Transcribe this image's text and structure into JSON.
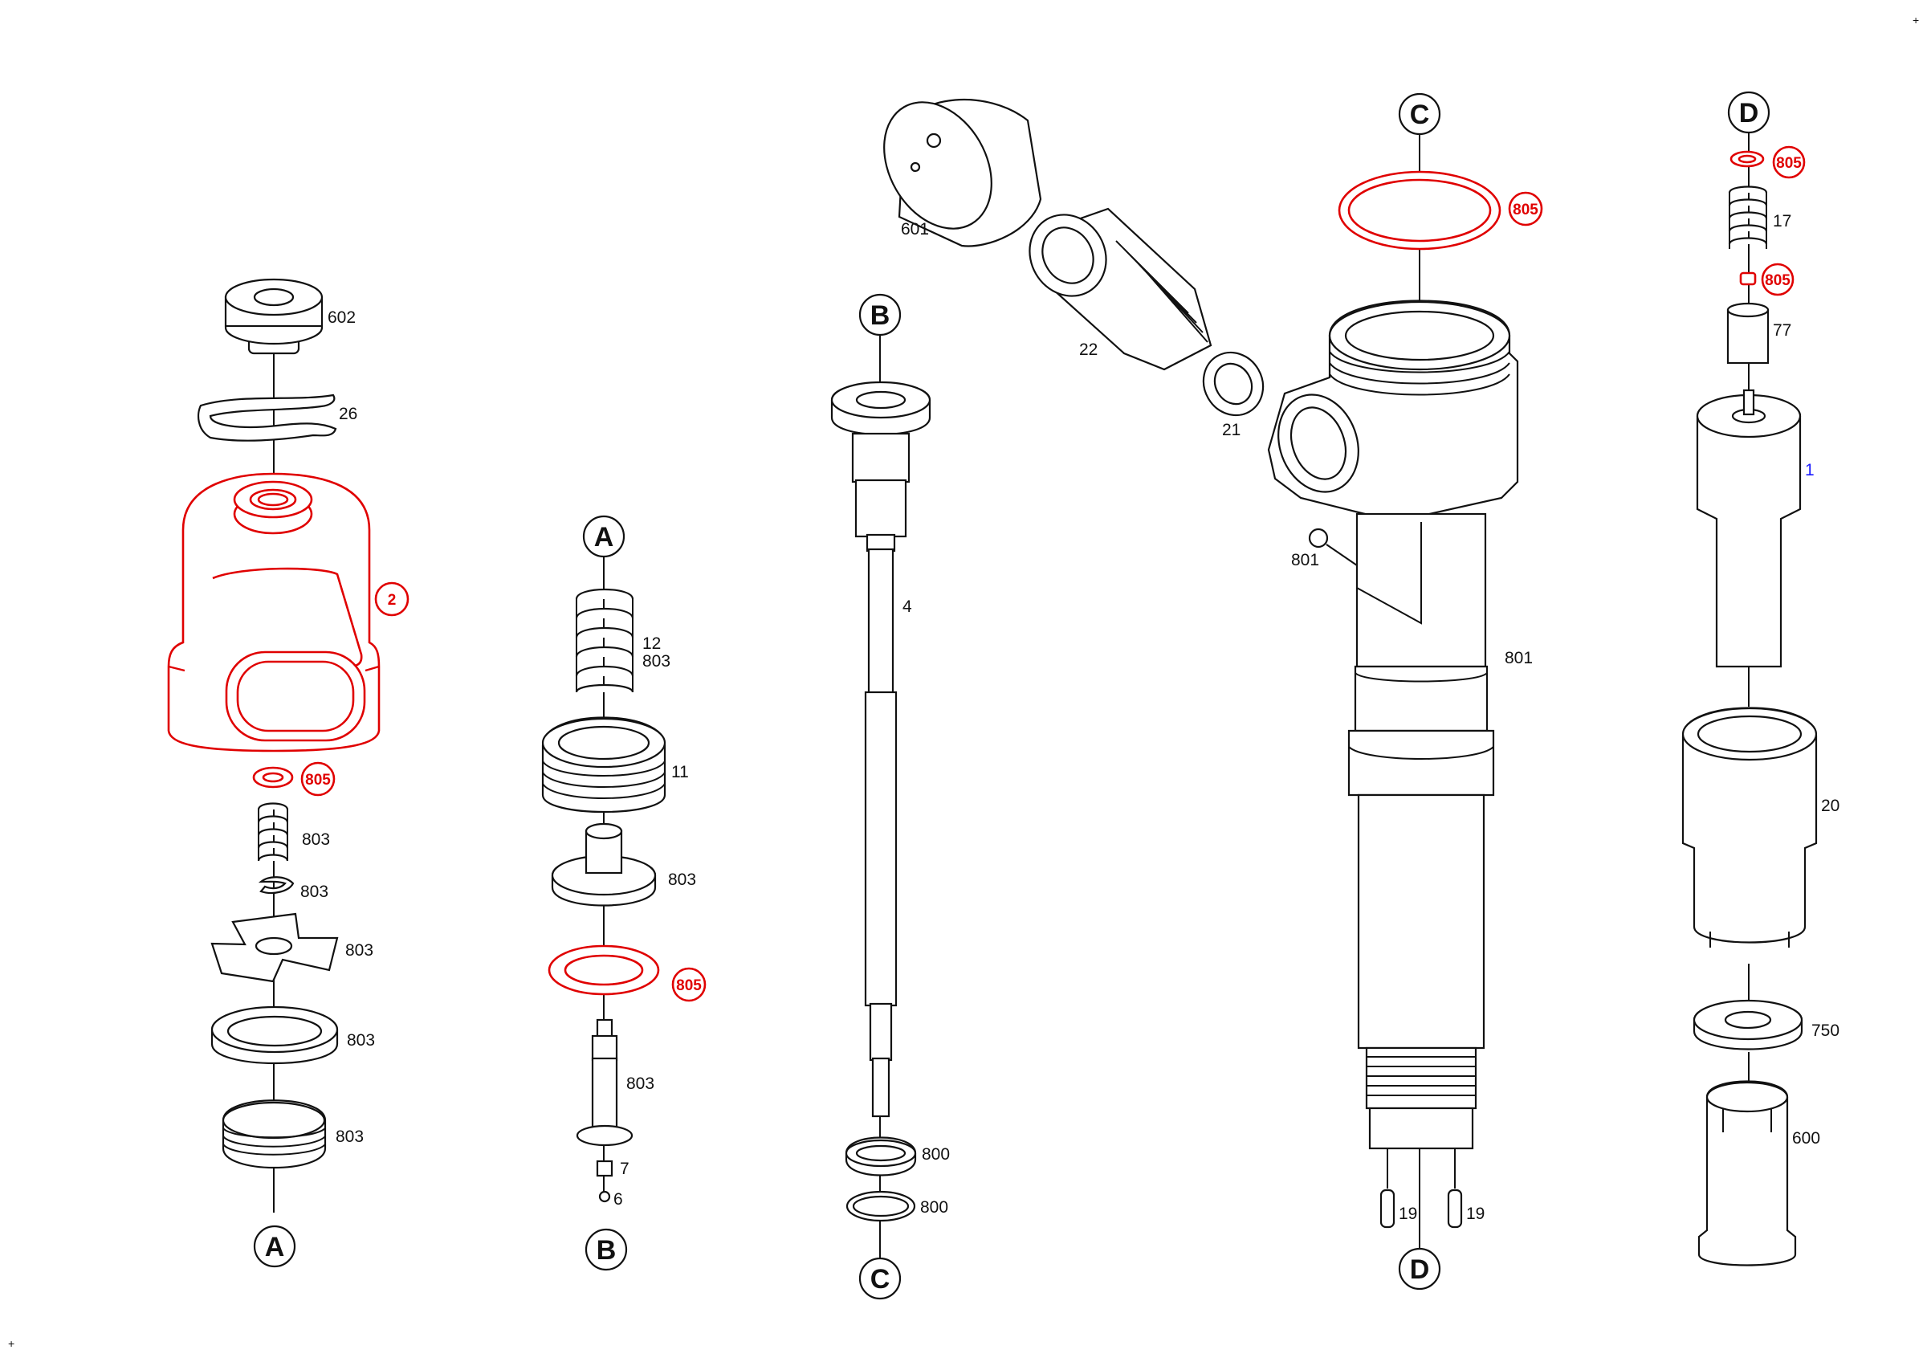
{
  "corner_marks": [
    "+",
    "+"
  ],
  "connectors": {
    "A_top": "A",
    "A_bottom": "A",
    "B_top": "B",
    "B_bottom": "B",
    "C_top": "C",
    "C_bottom": "C",
    "D_top": "D",
    "D_bottom": "D"
  },
  "labels": {
    "p602": "602",
    "p26": "26",
    "p803_a1": "803",
    "p803_a2": "803",
    "p803_a3": "803",
    "p803_a4": "803",
    "p803_a5": "803",
    "p12": "12",
    "p803_b1": "803",
    "p11": "11",
    "p803_b2": "803",
    "p803_b3": "803",
    "p7": "7",
    "p6": "6",
    "p4": "4",
    "p800_1": "800",
    "p800_2": "800",
    "p601": "601",
    "p22": "22",
    "p21": "21",
    "p801_ball": "801",
    "p801_body": "801",
    "p19_l": "19",
    "p19_r": "19",
    "p17": "17",
    "p77": "77",
    "p1": "1",
    "p20": "20",
    "p750": "750",
    "p600": "600"
  },
  "highlighted_labels": {
    "r2": "2",
    "r805_a": "805",
    "r805_b": "805",
    "r805_c": "805",
    "r805_d1": "805",
    "r805_d2": "805"
  },
  "colors": {
    "highlight": "#e00000",
    "line": "#111111",
    "blue_label": "#1a1aff"
  }
}
